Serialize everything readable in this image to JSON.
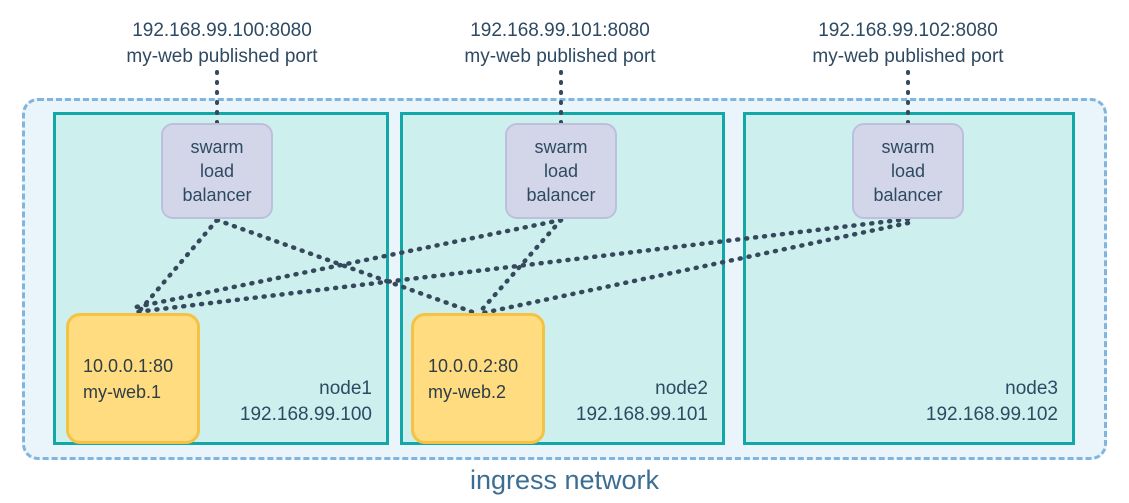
{
  "diagram": {
    "title": "ingress network",
    "colors": {
      "envelope_fill": "#e9f4fb",
      "envelope_border": "#81b5dd",
      "node_fill": "#cdf0ef",
      "node_border": "#12a8a8",
      "lb_fill": "#d3d6e8",
      "lb_border": "#bcc0dc",
      "task_fill": "#ffdc80",
      "task_border": "#f5c244",
      "text": "#2e4a62",
      "title_text": "#3c6e94",
      "route_line": "#36495c"
    }
  },
  "published_ports": [
    {
      "address": "192.168.99.100:8080",
      "description": "my-web published port"
    },
    {
      "address": "192.168.99.101:8080",
      "description": "my-web published port"
    },
    {
      "address": "192.168.99.102:8080",
      "description": "my-web published port"
    }
  ],
  "load_balancers": [
    {
      "line1": "swarm",
      "line2": "load",
      "line3": "balancer"
    },
    {
      "line1": "swarm",
      "line2": "load",
      "line3": "balancer"
    },
    {
      "line1": "swarm",
      "line2": "load",
      "line3": "balancer"
    }
  ],
  "nodes": [
    {
      "name": "node1",
      "ip": "192.168.99.100"
    },
    {
      "name": "node2",
      "ip": "192.168.99.101"
    },
    {
      "name": "node3",
      "ip": "192.168.99.102"
    }
  ],
  "tasks": [
    {
      "address": "10.0.0.1:80",
      "name": "my-web.1"
    },
    {
      "address": "10.0.0.2:80",
      "name": "my-web.2"
    }
  ]
}
